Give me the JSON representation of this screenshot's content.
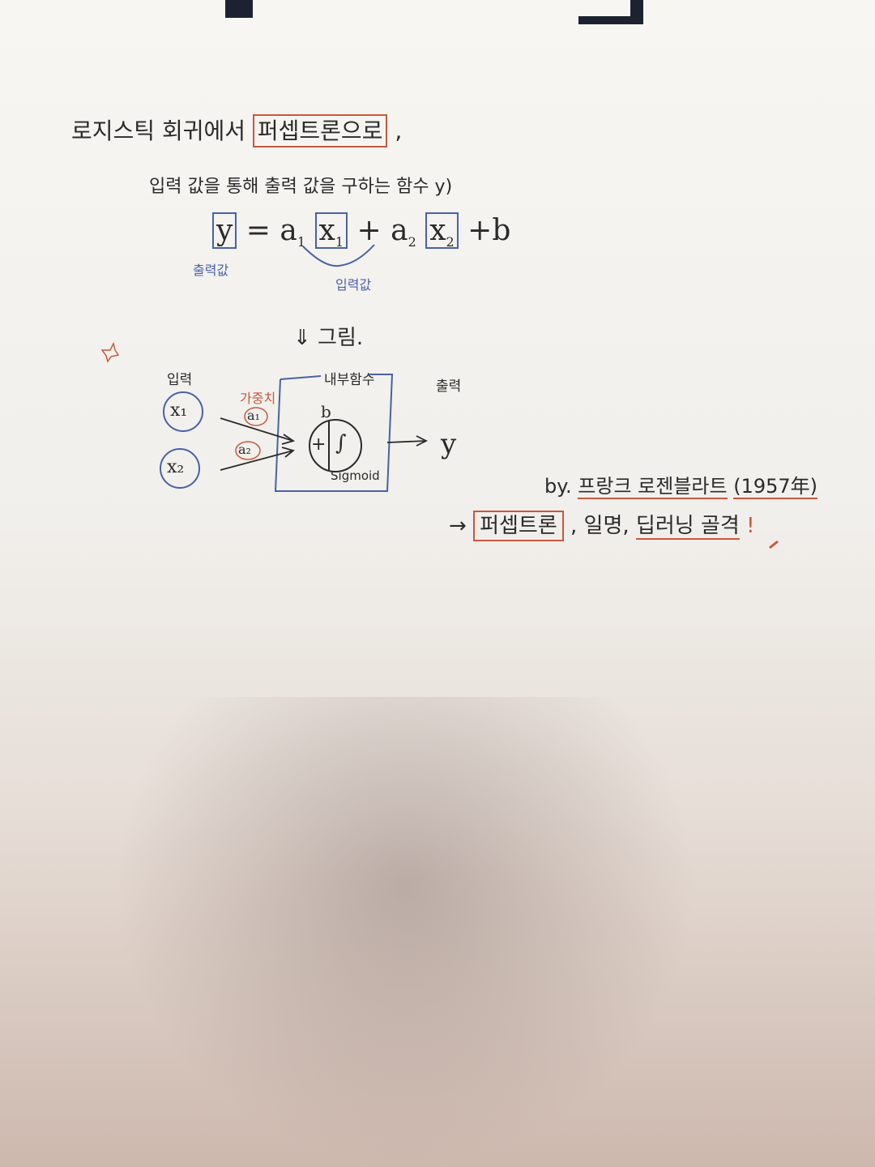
{
  "note": {
    "line1_prefix": "로지스틱 회귀에서",
    "line1_boxed": "퍼셉트론으로",
    "line1_suffix": ",",
    "line2": "입력 값을 통해 출력 값을 구하는 함수 y)",
    "formula": {
      "y": "y",
      "eq": "=",
      "a1": "a",
      "sub1": "1",
      "x1": "x",
      "plus1": "+",
      "a2": "a",
      "sub2": "2",
      "x2": "x",
      "plus2": "+b"
    },
    "output_value_label": "출력값",
    "input_value_label": "입력값",
    "arrow_label": "⇓ 그림.",
    "diagram": {
      "input_label": "입력",
      "weight_label": "가중치",
      "inner_function_label": "내부함수",
      "output_label": "출력",
      "x1": "x₁",
      "x2": "x₂",
      "a1": "a₁",
      "a2": "a₂",
      "b": "b",
      "plus": "+",
      "sigmoid_symbol": "∫",
      "sigmoid_label": "Sigmoid",
      "y": "y"
    },
    "byline_prefix": "by.",
    "byline_name": "프랑크 로젠블라트",
    "byline_year": "(1957年)",
    "bottom_arrow": "→",
    "bottom_boxed": "퍼셉트론",
    "bottom_mid": ",  일명,",
    "bottom_underlined": "딥러닝 골격",
    "bottom_end": "!",
    "colors": {
      "ink": "#2a2a2a",
      "red": "#c8583c",
      "blue": "#4a60a8"
    }
  }
}
